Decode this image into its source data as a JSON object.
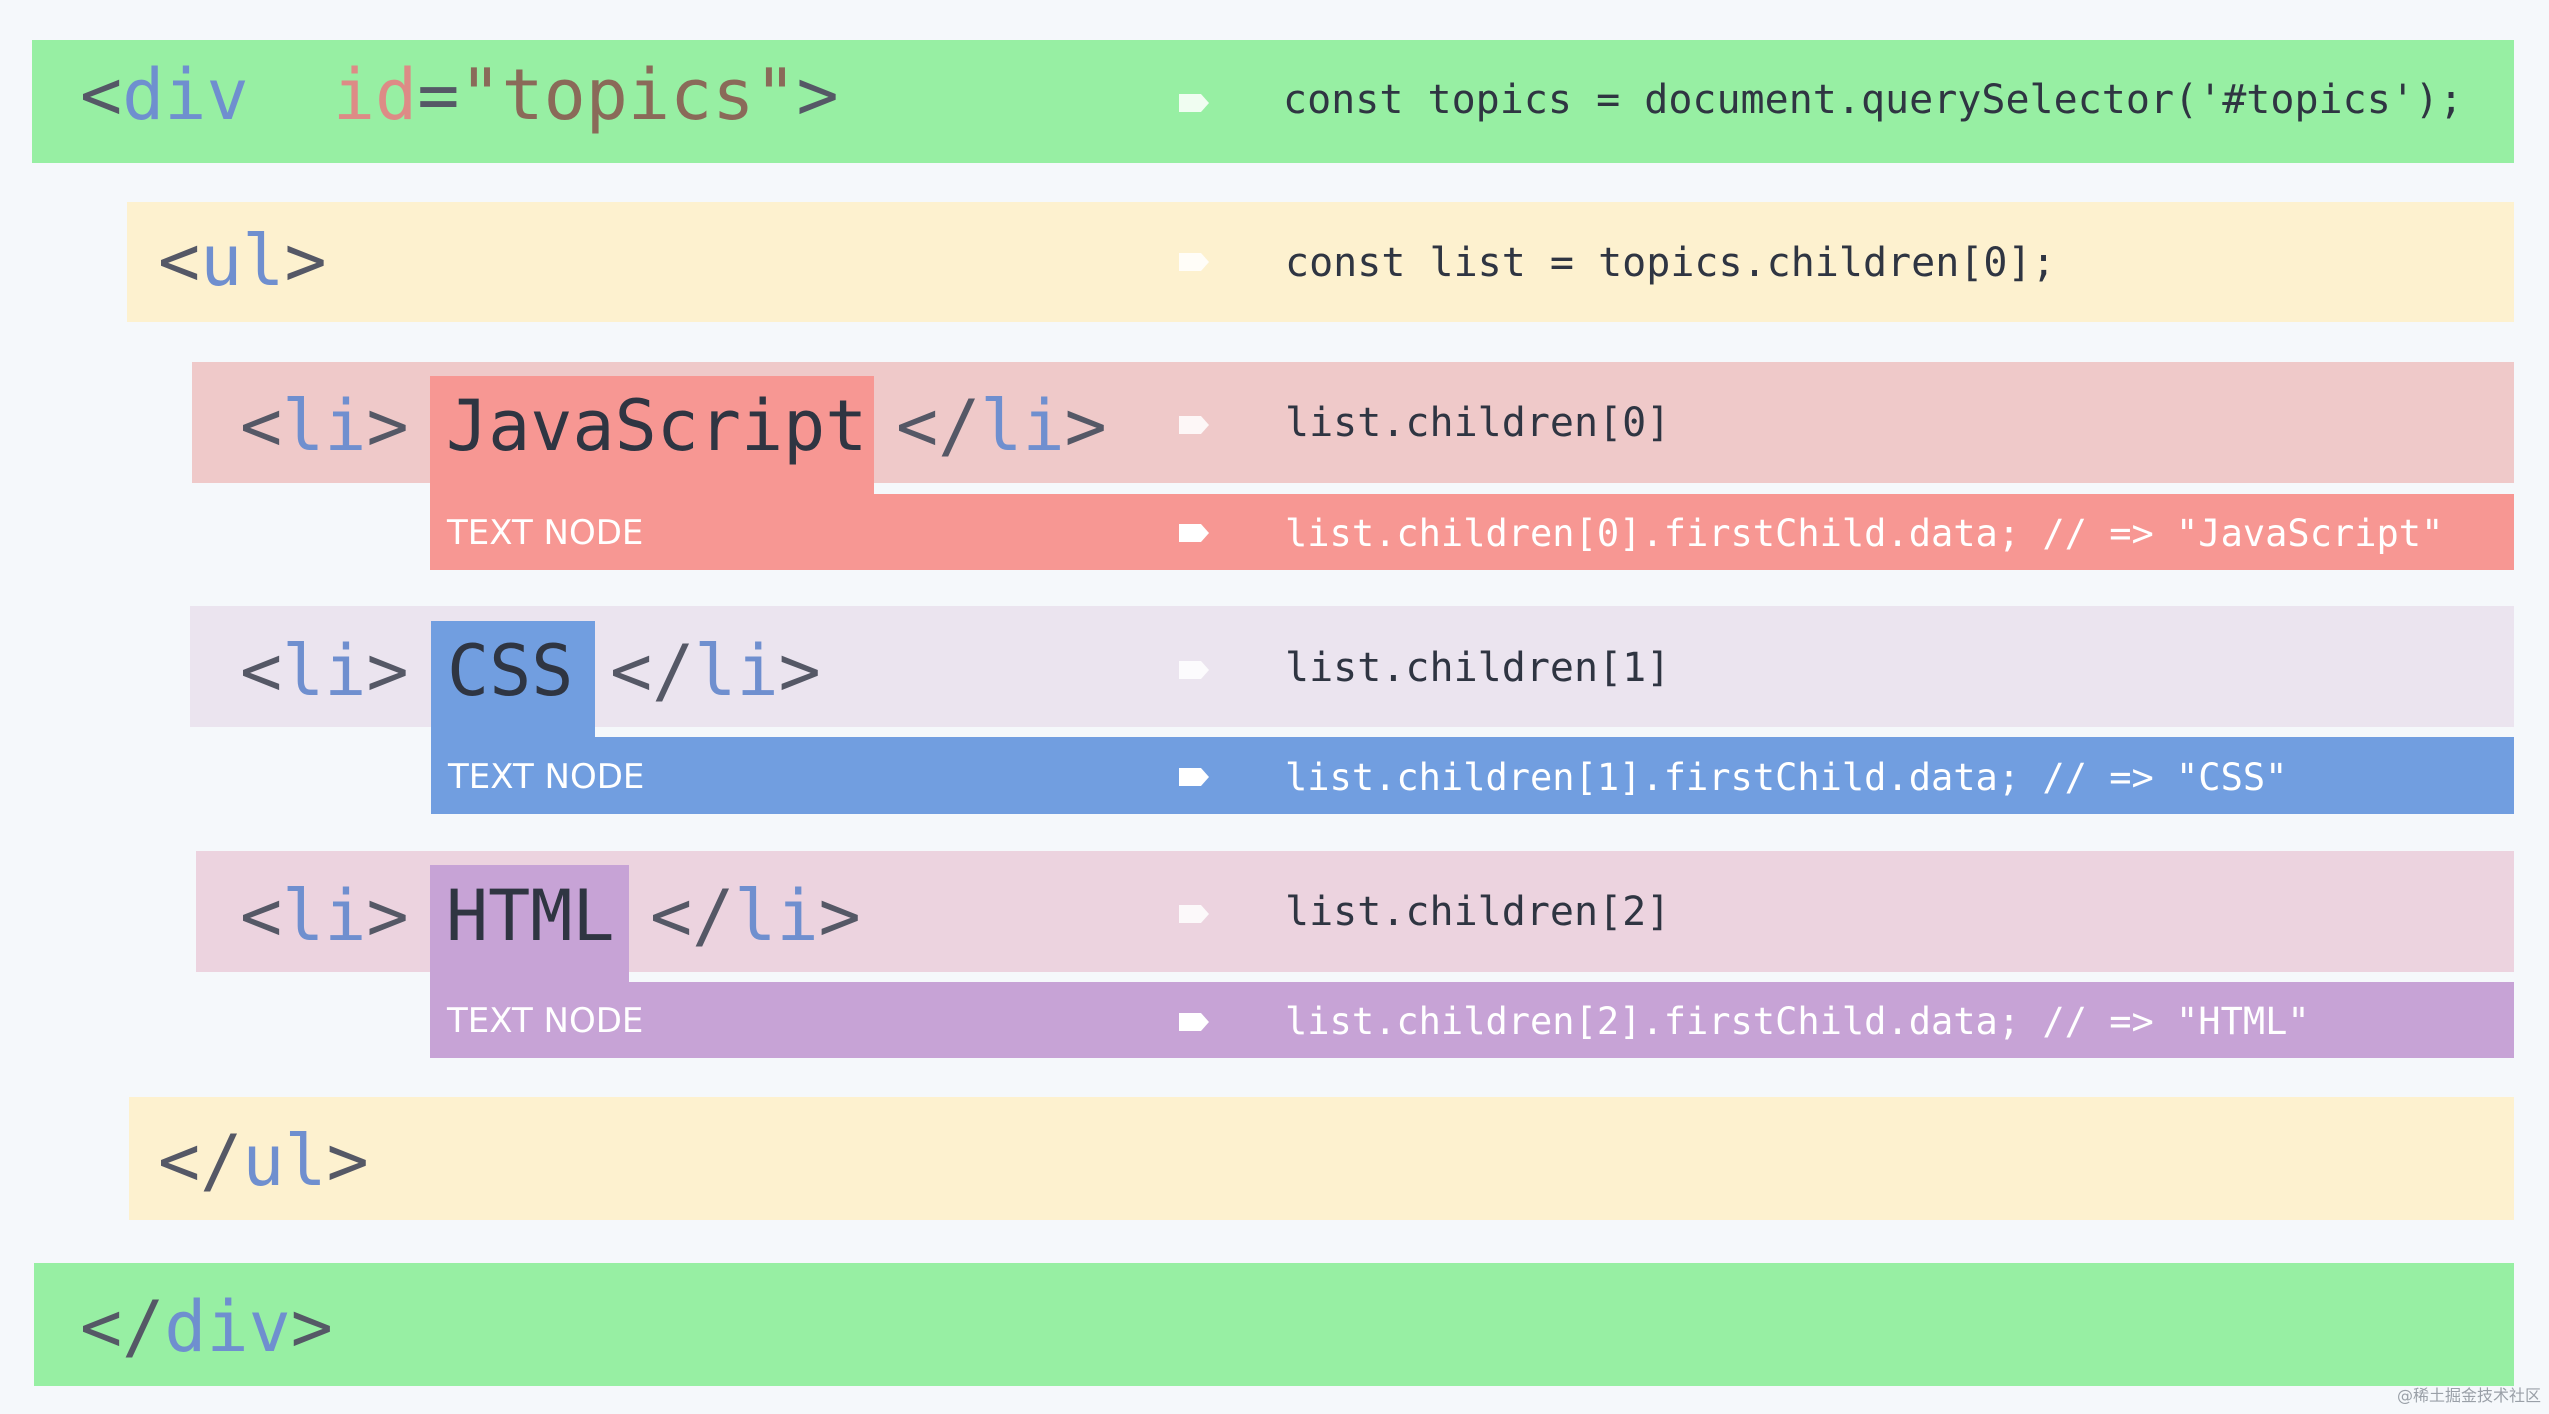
{
  "colors": {
    "background": "#f5f8fb",
    "div_band": "#97efa3",
    "ul_band": "#fdf1cf",
    "li_js_band": "#efc9c9",
    "li_css_band": "#ebe4ef",
    "li_html_band": "#ecd3df",
    "js_node": "#f79793",
    "css_node": "#719ee0",
    "html_node": "#c7a3d6",
    "tag_name": "#6f8fcf",
    "attr_name": "#dd8b86",
    "attr_value": "#8a6a59"
  },
  "div_open": {
    "open": "<",
    "tag": "div",
    "space": " ",
    "attr": "id",
    "eq": "=",
    "value": "\"topics\"",
    "close": ">",
    "code": "const topics = document.querySelector('#topics');"
  },
  "ul_open": {
    "open": "<",
    "tag": "ul",
    "close": ">",
    "code": "const list = topics.children[0];"
  },
  "items": [
    {
      "open": "<",
      "tag": "li",
      "close": ">",
      "text": "JavaScript",
      "end_open": "</",
      "end_tag": "li",
      "end_close": ">",
      "code": "list.children[0]",
      "node_label": "TEXT NODE",
      "node_code": "list.children[0].firstChild.data; // => \"JavaScript\""
    },
    {
      "open": "<",
      "tag": "li",
      "close": ">",
      "text": "CSS",
      "end_open": "</",
      "end_tag": "li",
      "end_close": ">",
      "code": "list.children[1]",
      "node_label": "TEXT NODE",
      "node_code": "list.children[1].firstChild.data; // => \"CSS\""
    },
    {
      "open": "<",
      "tag": "li",
      "close": ">",
      "text": "HTML",
      "end_open": "</",
      "end_tag": "li",
      "end_close": ">",
      "code": "list.children[2]",
      "node_label": "TEXT NODE",
      "node_code": "list.children[2].firstChild.data; // => \"HTML\""
    }
  ],
  "ul_close": {
    "open": "</",
    "tag": "ul",
    "close": ">"
  },
  "div_close": {
    "open": "</",
    "tag": "div",
    "close": ">"
  },
  "watermark": "@稀土掘金技术社区"
}
